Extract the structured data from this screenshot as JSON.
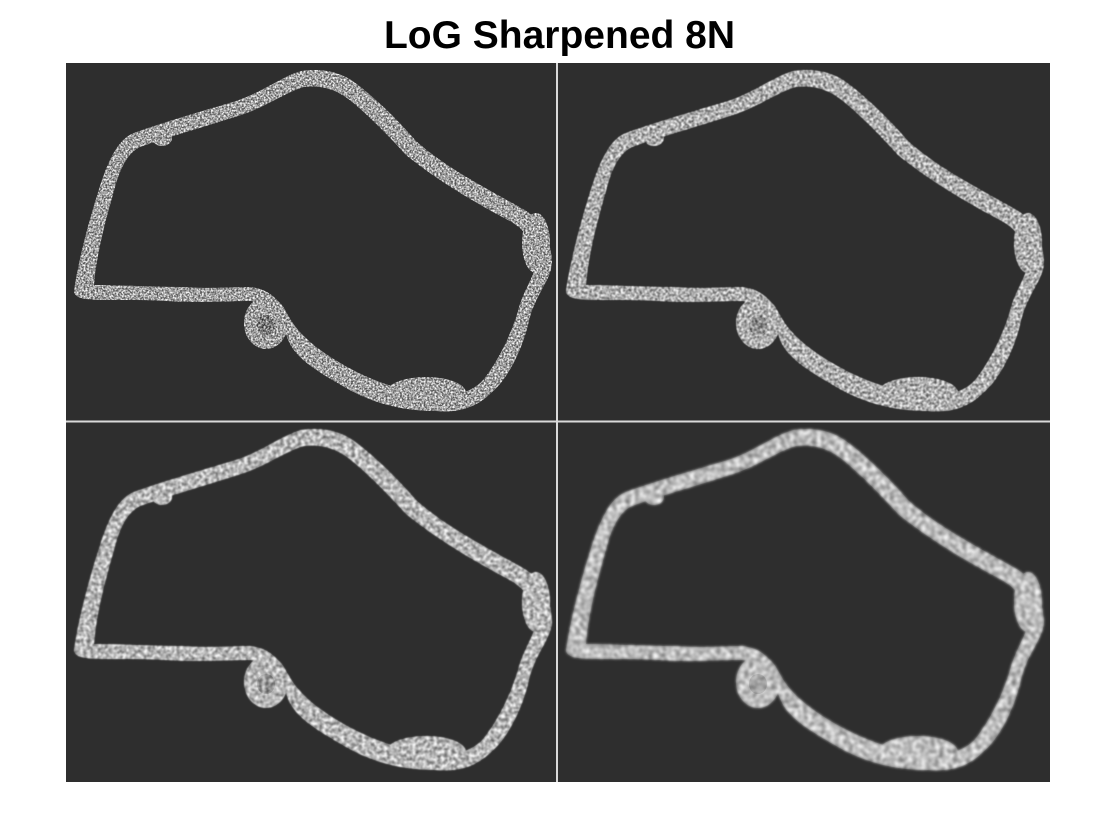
{
  "figure": {
    "title": "LoG Sharpened 8N"
  },
  "montage": {
    "rows": 2,
    "columns": 2,
    "background_color": "#2e2e2e",
    "separator_color": "#d9d9d9",
    "cell_outline_color": "#f2f2f2",
    "panels": [
      {
        "position": "top-left",
        "sharpness": "high"
      },
      {
        "position": "top-right",
        "sharpness": "medium"
      },
      {
        "position": "bottom-left",
        "sharpness": "medium-low"
      },
      {
        "position": "bottom-right",
        "sharpness": "low"
      }
    ]
  }
}
